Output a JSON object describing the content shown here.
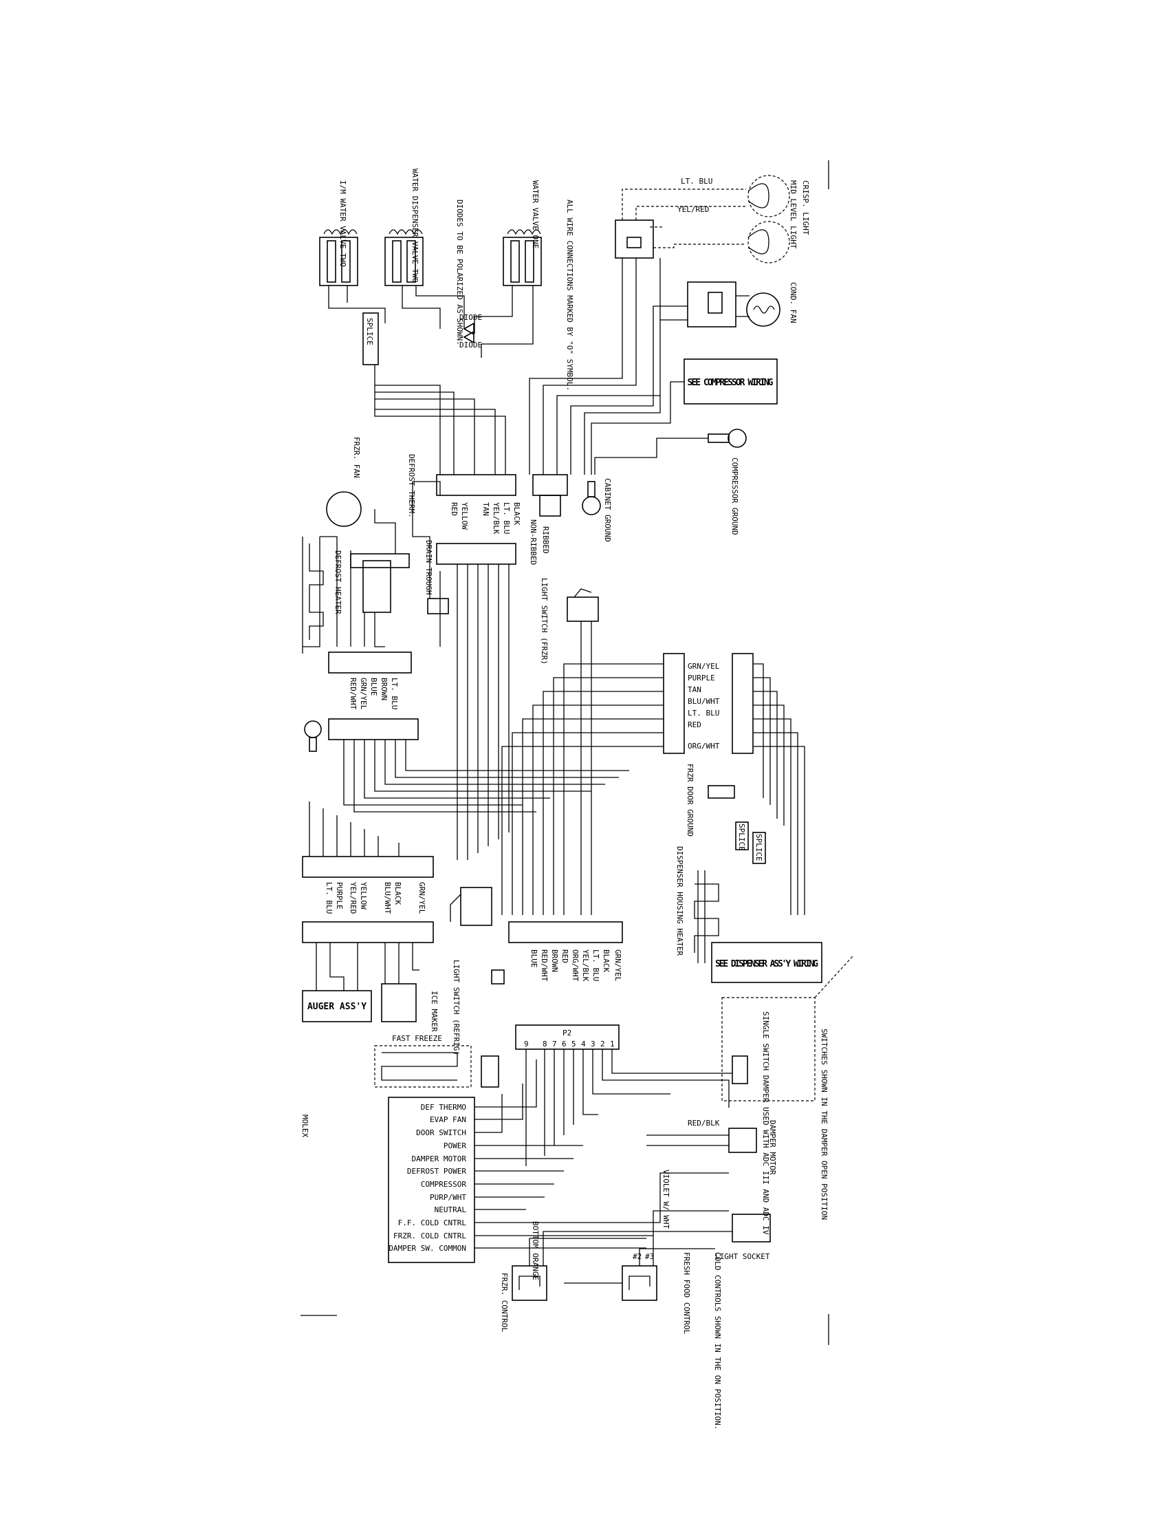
{
  "diagram": {
    "labels": {
      "crisper_light": "CRISP. LIGHT",
      "mid_level_light": "MID LEVEL LIGHT",
      "cond_fan": "COND. FAN",
      "see_compressor": "SEE COMPRESSOR WIRING",
      "compressor_ground": "COMPRESSOR GROUND",
      "cabinet_ground": "CABINET GROUND",
      "ribbed": "RIBBED",
      "non_ribbed": "NON-RIBBED",
      "water_valve_one": "WATER VALVE ONE",
      "water_dispenser_valve_two": "WATER DISPENSER VALVE TWO",
      "im_water_valve_two": "I/M WATER VALVE TWO",
      "diodes_note": "DIODES TO BE POLARIZED AS SHOWN.",
      "wire_connections_note": "ALL WIRE CONNECTIONS MARKED BY \"O\" SYMBOL.",
      "diode_1": "DIODE",
      "diode_2": "DIODE",
      "splice_1": "SPLICE",
      "splice_2": "SPLICE",
      "splice_3": "SPLICE",
      "frzr_fan": "FRZR. FAN",
      "defrost_therm": "DEFROST THERM.",
      "defrost_heater": "DEFROST HEATER",
      "drain_trough": "DRAIN TROUGH",
      "light_switch_frzr": "LIGHT SWITCH (FRZR)",
      "light_switch_refrig": "LIGHT SWITCH (REFRIG)",
      "frzr_door_ground": "FRZR DOOR GROUND",
      "dispenser_housing_heater": "DISPENSER HOUSING HEATER",
      "see_dispenser": "SEE DISPENSER ASS'Y WIRING",
      "damper_switch_note": "SINGLE SWITCH DAMPER USED WITH ADC III AND ADC IV",
      "switches_note": "SWITCHES SHOWN IN THE DAMPER OPEN POSITION",
      "auger": "AUGER ASS'Y",
      "ice_maker": "ICE MAKER",
      "fast_freeze": "FAST FREEZE",
      "p2": "P2",
      "damper_motor": "DAMPER MOTOR",
      "light_socket": "LIGHT SOCKET",
      "violet_wht": "VIOLET W/ WHT",
      "red_blk": "RED/BLK",
      "bottom_orange": "BOTTOM ORANGE",
      "frzr_control": "FRZR. CONTROL",
      "fresh_food_control": "FRESH FOOD CONTROL",
      "cold_controls_note": "COLD CONTROLS SHOWN IN THE ON POSITION.",
      "molex": "MOLEX",
      "hash_2": "#2",
      "hash_3": "#3"
    },
    "top_wire_labels": [
      "LT. BLU",
      "YEL/RED"
    ],
    "plug_a_wires": [
      "BLACK",
      "LT. BLU",
      "YEL/BLK",
      "TAN",
      "YELLOW",
      "RED"
    ],
    "defrost_plug_wires": [
      "LT. BLU",
      "BROWN",
      "BLUE",
      "GRN/YEL",
      "RED/WHT"
    ],
    "frzr_door_wires": [
      "GRN/YEL",
      "PURPLE",
      "TAN",
      "BLU/WHT",
      "LT. BLU",
      "RED",
      "ORG/WHT"
    ],
    "icemaker_plug_wires": [
      "GRN/YEL",
      "BLACK",
      "BLU/WHT",
      "YELLOW",
      "YEL/RED",
      "PURPLE",
      "LT. BLU"
    ],
    "refrig_plug_wires": [
      "GRN/YEL",
      "BLACK",
      "LT. BLU",
      "YEL/BLK",
      "ORG/WHT",
      "RED",
      "BROWN",
      "RED/WHT",
      "BLUE"
    ],
    "p2_pins": [
      "1",
      "2",
      "3",
      "4",
      "5",
      "6",
      "7",
      "8",
      "9"
    ],
    "control_board_items": [
      "DEF THERMO",
      "EVAP FAN",
      "DOOR SWITCH",
      "POWER",
      "DAMPER MOTOR",
      "DEFROST POWER",
      "COMPRESSOR",
      "PURP/WHT",
      "NEUTRAL",
      "F.F. COLD CNTRL",
      "FRZR. COLD CNTRL",
      "DAMPER SW. COMMON"
    ],
    "colors": {
      "ink": "#000000",
      "paper": "#ffffff"
    }
  }
}
